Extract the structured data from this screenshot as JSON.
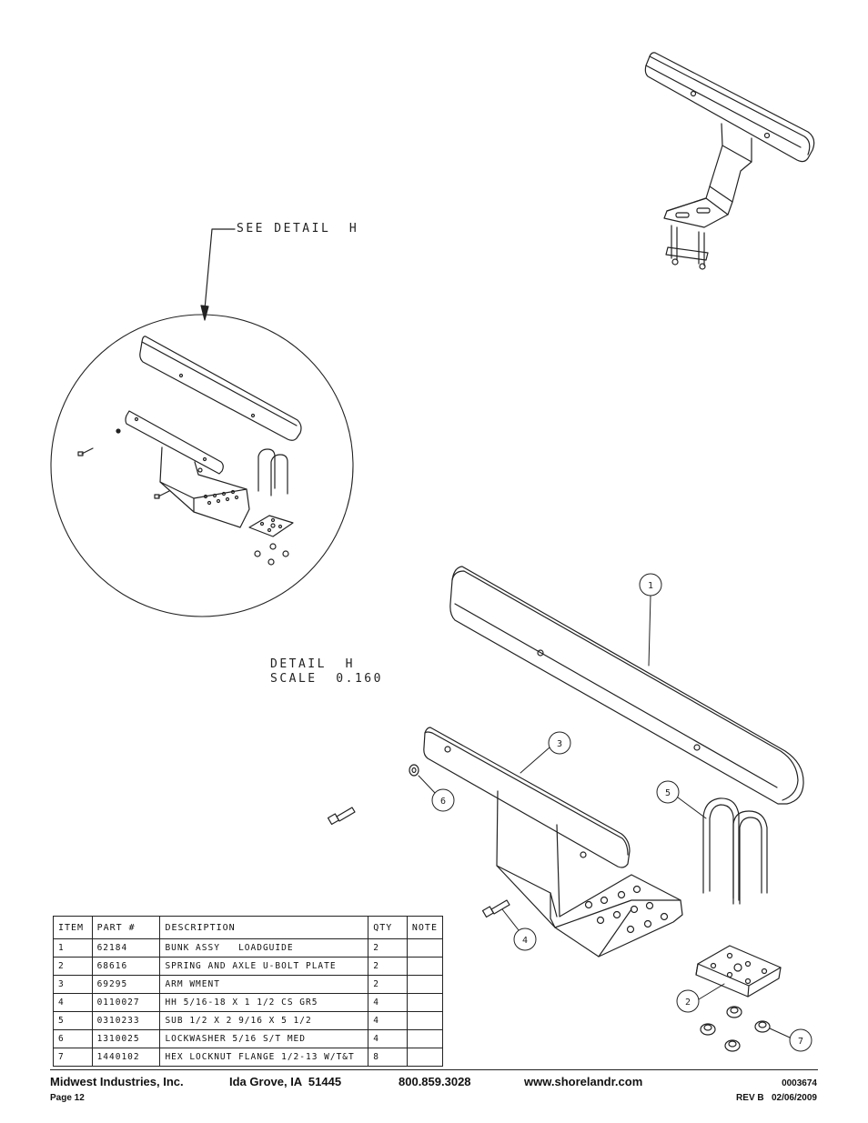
{
  "drawing": {
    "see_detail_label": "SEE DETAIL  H",
    "detail_title": "DETAIL  H",
    "detail_scale": "SCALE  0.160",
    "callouts": [
      "1",
      "2",
      "3",
      "4",
      "5",
      "6",
      "7"
    ]
  },
  "bom": {
    "headers": {
      "item": "ITEM",
      "part": "PART #",
      "description": "DESCRIPTION",
      "qty": "QTY",
      "note": "NOTE"
    },
    "rows": [
      {
        "item": "1",
        "part": "62184",
        "description": "BUNK ASSY   LOADGUIDE",
        "qty": "2",
        "note": ""
      },
      {
        "item": "2",
        "part": "68616",
        "description": "SPRING AND AXLE U-BOLT PLATE",
        "qty": "2",
        "note": ""
      },
      {
        "item": "3",
        "part": "69295",
        "description": "ARM WMENT",
        "qty": "2",
        "note": ""
      },
      {
        "item": "4",
        "part": "0110027",
        "description": "HH 5/16-18 X 1 1/2 CS GR5",
        "qty": "4",
        "note": ""
      },
      {
        "item": "5",
        "part": "0310233",
        "description": "SUB 1/2 X 2 9/16 X 5 1/2",
        "qty": "4",
        "note": ""
      },
      {
        "item": "6",
        "part": "1310025",
        "description": "LOCKWASHER 5/16 S/T MED",
        "qty": "4",
        "note": ""
      },
      {
        "item": "7",
        "part": "1440102",
        "description": "HEX LOCKNUT FLANGE 1/2-13 W/T&T",
        "qty": "8",
        "note": ""
      }
    ]
  },
  "footer": {
    "company": "Midwest Industries, Inc.",
    "location": "Ida Grove, IA  51445",
    "phone": "800.859.3028",
    "website": "www.shorelandr.com",
    "doc_number": "0003674",
    "page": "Page 12",
    "revision": "REV B   02/06/2009"
  }
}
